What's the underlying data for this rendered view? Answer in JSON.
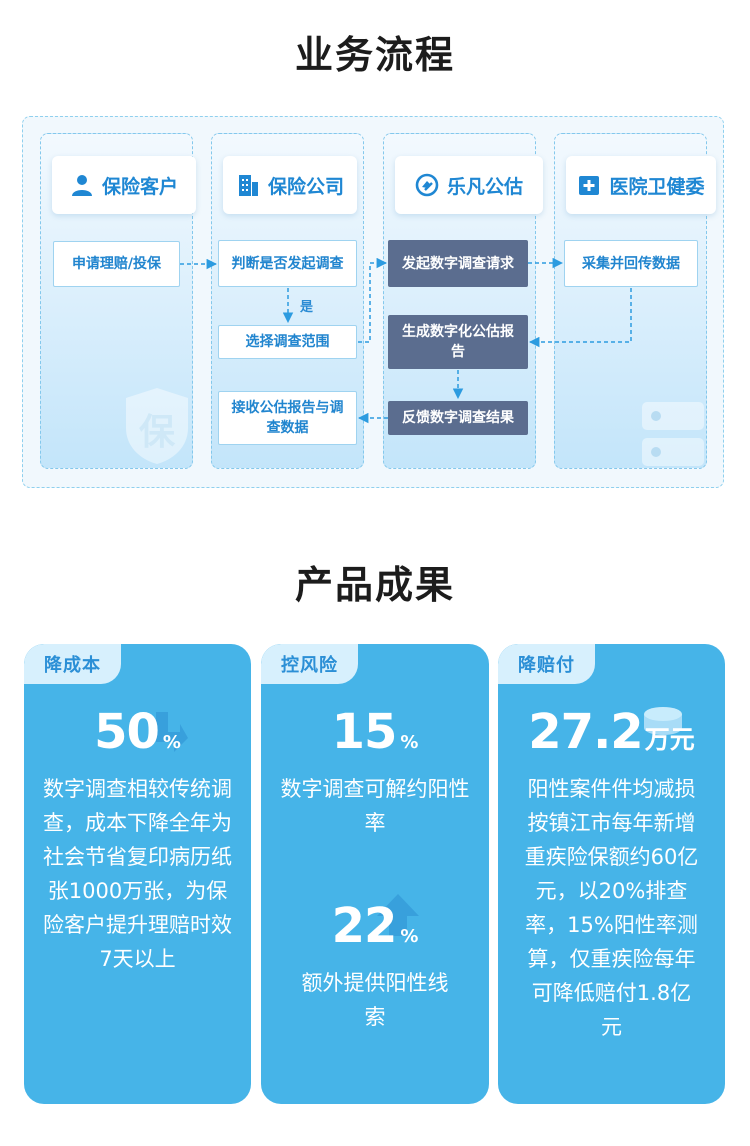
{
  "sections": {
    "process_title": "业务流程",
    "results_title": "产品成果"
  },
  "lanes": [
    {
      "label": "保险客户",
      "icon": "user-icon"
    },
    {
      "label": "保险公司",
      "icon": "building-icon"
    },
    {
      "label": "乐凡公估",
      "icon": "lefan-logo-icon"
    },
    {
      "label": "医院卫健委",
      "icon": "hospital-icon"
    }
  ],
  "nodes": {
    "apply": "申请理赔/投保",
    "judge": "判断是否发起调查",
    "select_scope": "选择调查范围",
    "receive": "接收公估报告与调查数据",
    "initiate_request": "发起数字调查请求",
    "generate_report": "生成数字化公估报告",
    "feedback": "反馈数字调查结果",
    "collect": "采集并回传数据"
  },
  "edge_labels": {
    "yes": "是"
  },
  "watermark": {
    "shield_text": "保"
  },
  "colors": {
    "accent": "#46b4e8",
    "brand_text": "#1f87d3",
    "dark_node": "#5b6d8f",
    "tab_bg": "#d7f0fd"
  },
  "cards": [
    {
      "tab": "降成本",
      "metric": {
        "value": "50",
        "unit": "%",
        "trend": "down-arrow-icon"
      },
      "description": "数字调查相较传统调查，成本下降全年为社会节省复印病历纸张1000万张，为保险客户提升理赔时效7天以上"
    },
    {
      "tab": "控风险",
      "metric": {
        "value": "15",
        "unit": "%"
      },
      "description": "数字调查可解约阳性率",
      "metric2": {
        "value": "22",
        "unit": "%",
        "trend": "up-arrow-icon"
      },
      "description2": "额外提供阳性线索"
    },
    {
      "tab": "降赔付",
      "metric": {
        "value": "27.2",
        "unit": "万元",
        "trend": "coin-stack-icon"
      },
      "description": "阳性案件件均减损按镇江市每年新增重疾险保额约60亿元，以20%排查率，15%阳性率测算，仅重疾险每年可降低赔付1.8亿元"
    }
  ]
}
